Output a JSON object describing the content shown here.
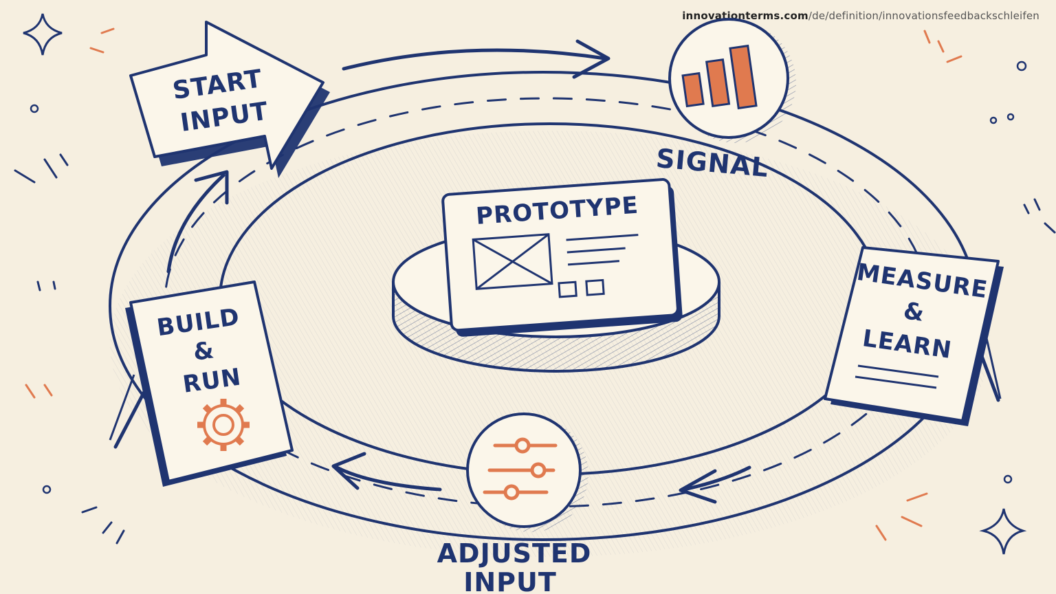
{
  "source": {
    "domain": "innovationterms.com",
    "path": "/de/definition/innovationsfeedbackschleifen"
  },
  "nodes": {
    "start": {
      "line1": "START",
      "line2": "INPUT"
    },
    "signal": {
      "label": "SIGNAL"
    },
    "prototype": {
      "label": "PROTOTYPE"
    },
    "measure": {
      "line1": "MEASURE",
      "line2": "&",
      "line3": "LEARN"
    },
    "build": {
      "line1": "BUILD",
      "line2": "&",
      "line3": "RUN"
    },
    "adjusted": {
      "line1": "ADJUSTED",
      "line2": "INPUT"
    }
  },
  "colors": {
    "ink": "#1f3470",
    "accent": "#e07a4f",
    "paper": "#f6efe0",
    "card": "#fbf6ea"
  },
  "icons": {
    "signal": "bar-chart-icon",
    "build": "gear-icon",
    "adjusted": "sliders-icon",
    "prototype": "wireframe-icon"
  }
}
